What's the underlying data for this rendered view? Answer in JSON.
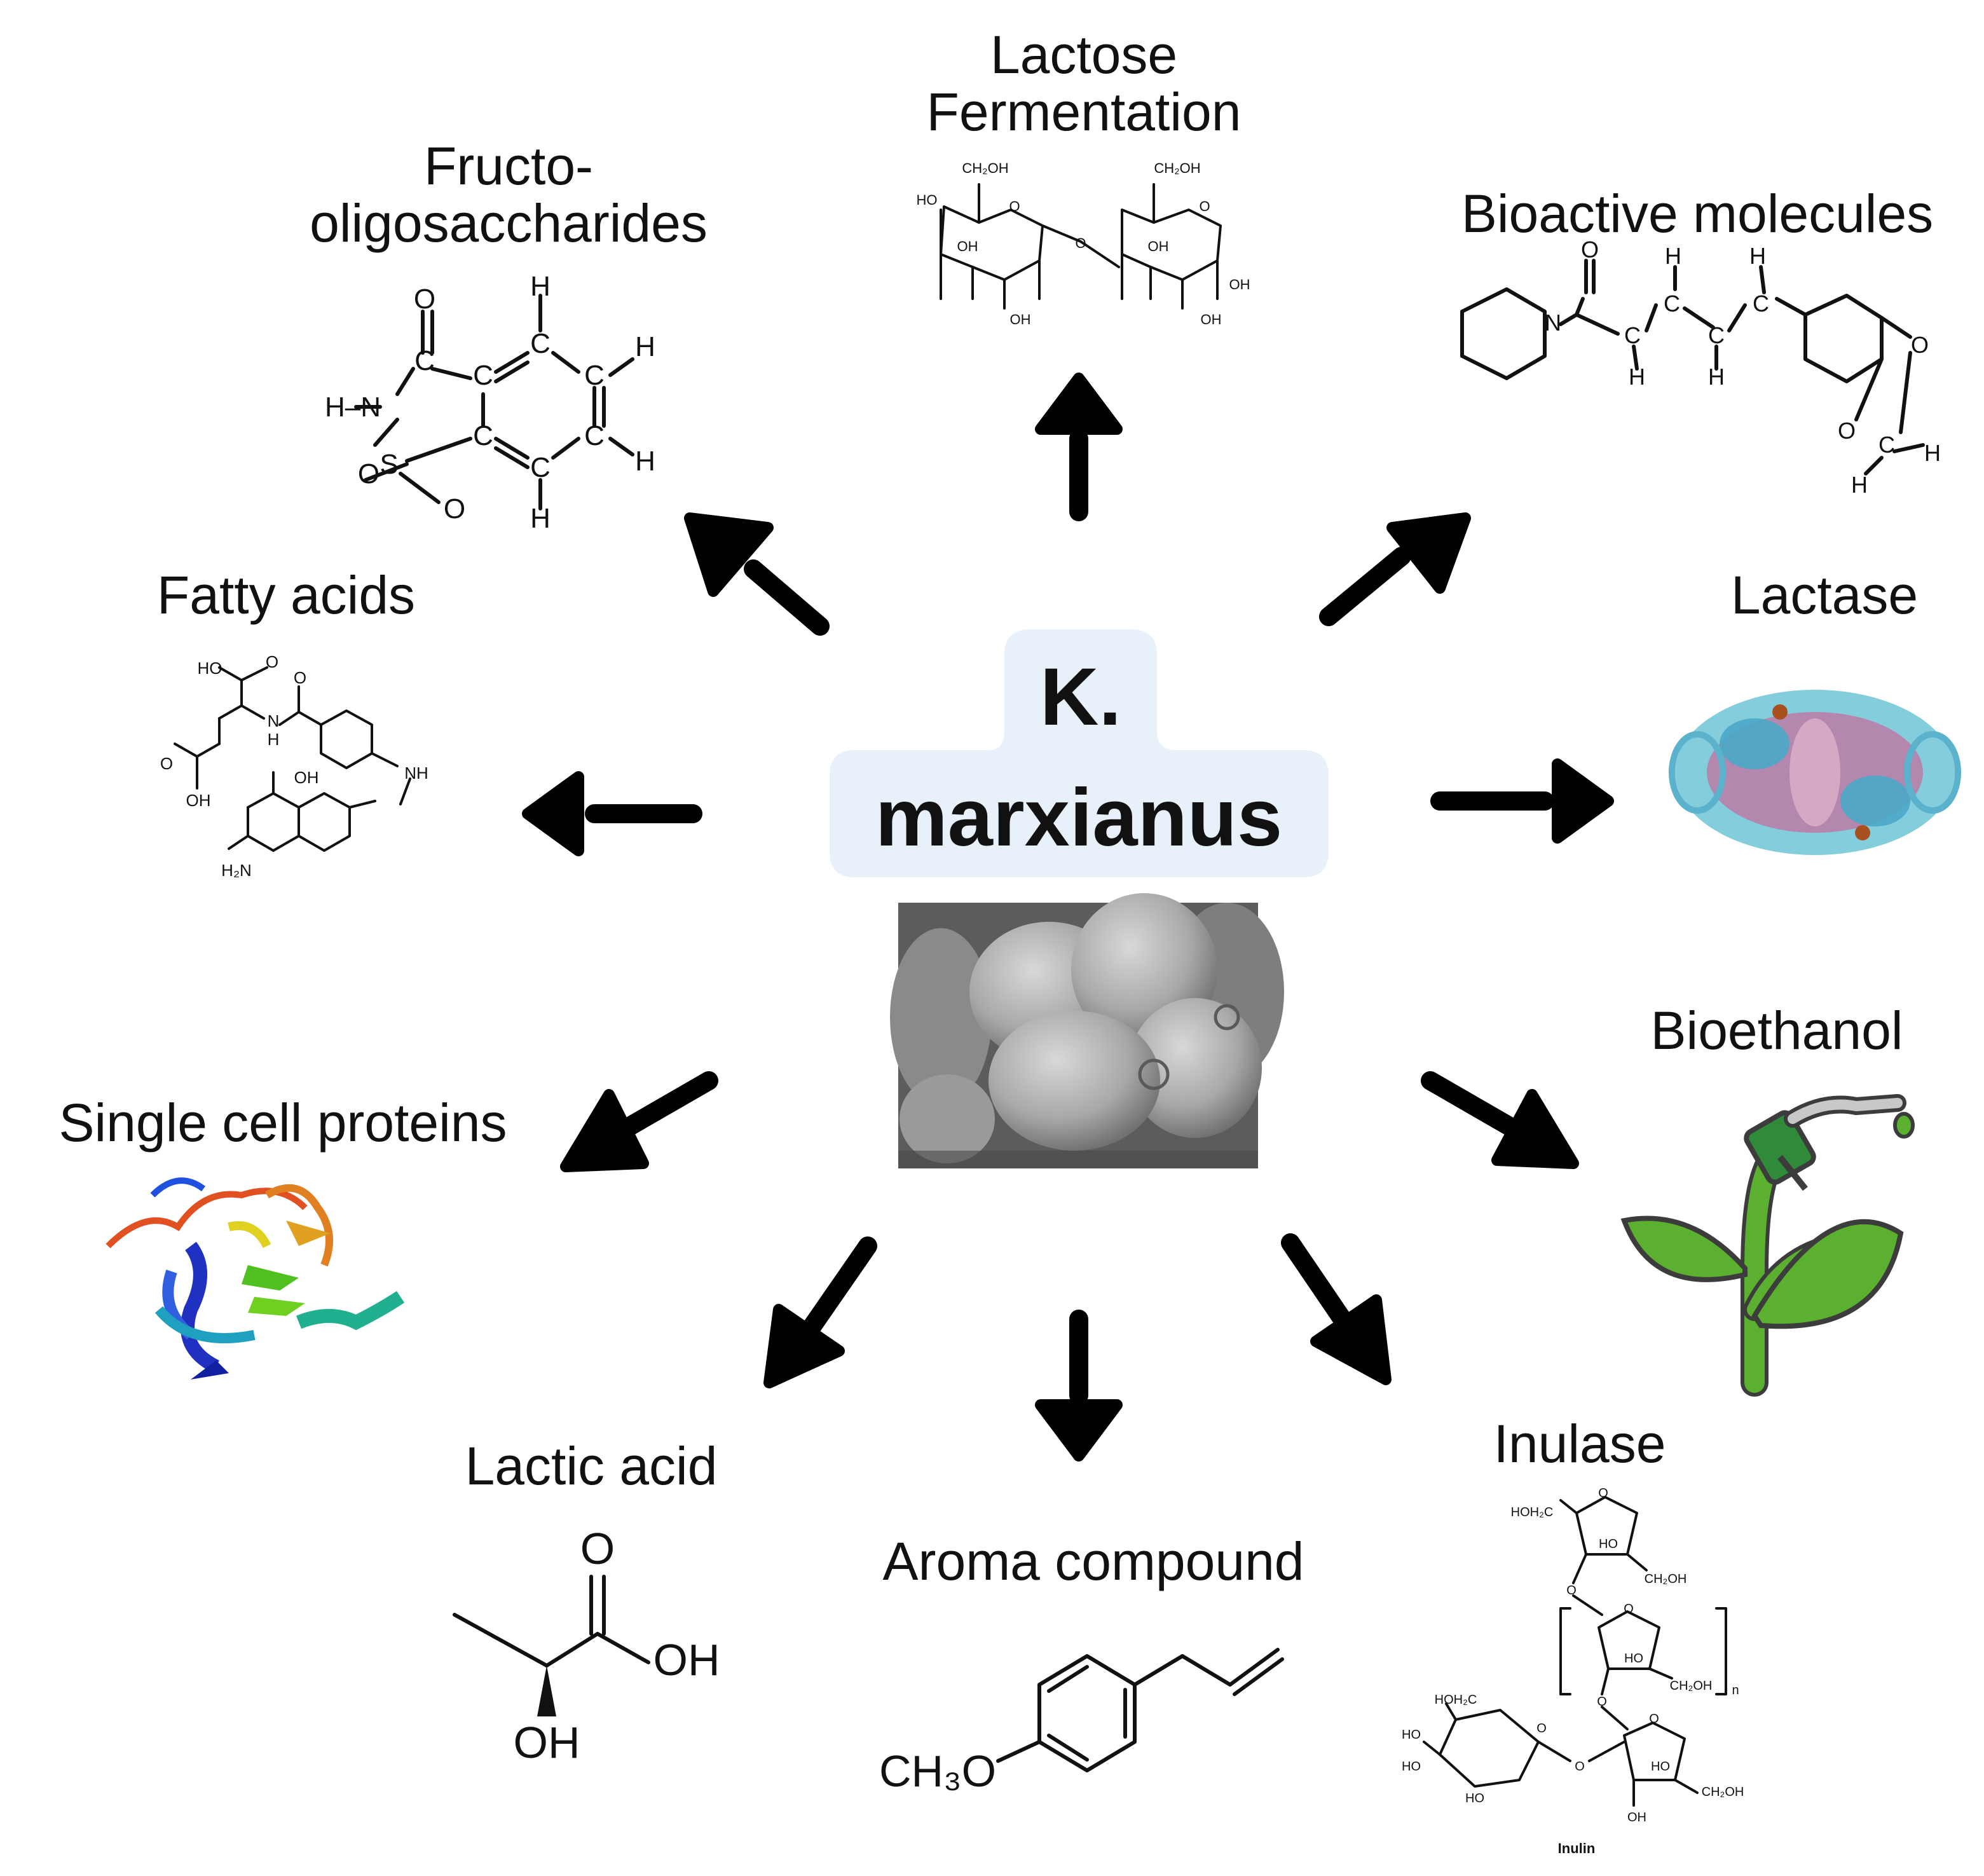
{
  "center": {
    "line1": "K.",
    "line2": "marxianus"
  },
  "products": {
    "lactose": {
      "line1": "Lactose",
      "line2": "Fermentation"
    },
    "fos": {
      "line1": "Fructo-",
      "line2": "oligosaccharides"
    },
    "bioactive": {
      "label": "Bioactive molecules"
    },
    "fatty": {
      "label": "Fatty acids"
    },
    "lactase": {
      "label": "Lactase"
    },
    "single": {
      "label": "Single cell proteins"
    },
    "bioethanol": {
      "label": "Bioethanol"
    },
    "inulase": {
      "label": "Inulase"
    },
    "lactic": {
      "label": "Lactic acid"
    },
    "aroma": {
      "label": "Aroma compound"
    }
  },
  "structures": {
    "lactose": {
      "ch2oh_a": "CH₂OH",
      "ch2oh_b": "CH₂OH",
      "ho": "HO",
      "o": "O",
      "oh": "OH"
    },
    "fos": {
      "c": "C",
      "o": "O",
      "h": "H",
      "s": "S",
      "n": "N",
      "hn": "H–N"
    },
    "bioactive": {
      "n": "N",
      "o": "O",
      "c": "C",
      "h": "H"
    },
    "fatty": {
      "ho": "HO",
      "oh": "OH",
      "o": "O",
      "n": "N",
      "nh": "NH",
      "h": "H",
      "h2n": "H₂N"
    },
    "lactic": {
      "o": "O",
      "oh": "OH"
    },
    "aroma": {
      "ch3o": "CH₃O"
    },
    "inulin": {
      "hoh2c": "HOH₂C",
      "ho": "HO",
      "ch2oh": "CH₂OH",
      "o": "O",
      "oh": "OH",
      "n": "n",
      "name": "Inulin"
    }
  },
  "colors": {
    "arrow": "#000000",
    "center_box": "#e8f0fa",
    "leaf": "#5cb030",
    "nozzle": "#2f8a3a"
  },
  "icons": {
    "micrograph": "yeast-cells-micrograph",
    "lactase": "lactase-protein-structure-icon",
    "single_cell": "protein-ribbon-structure-icon",
    "bioethanol": "fuel-nozzle-plant-icon"
  }
}
